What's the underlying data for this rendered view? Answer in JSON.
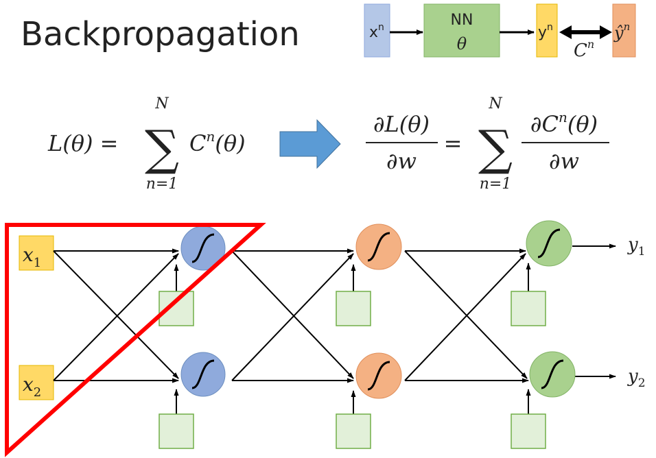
{
  "title": "Backpropagation",
  "pipeline": {
    "input": "x",
    "input_sup": "n",
    "model_line1": "NN",
    "model_line2": "θ",
    "output": "y",
    "output_sup": "n",
    "target": "ŷ",
    "target_sup": "n",
    "cost": "C",
    "cost_sup": "n"
  },
  "equations": {
    "left_lhs": "L(θ) =",
    "sum_upper": "N",
    "sum_lower": "n=1",
    "left_term": "C",
    "left_term_sup": "n",
    "left_term_arg": "(θ)",
    "right_num": "∂L(θ)",
    "right_den": "∂w",
    "equals": "=",
    "right_term_num": "∂C",
    "right_term_num_sup": "n",
    "right_term_num_arg": "(θ)",
    "right_term_den": "∂w"
  },
  "network": {
    "inputs": [
      {
        "name": "x",
        "sub": "1"
      },
      {
        "name": "x",
        "sub": "2"
      }
    ],
    "outputs": [
      {
        "name": "y",
        "sub": "1"
      },
      {
        "name": "y",
        "sub": "2"
      }
    ]
  },
  "colors": {
    "input_fill": "#ffd966",
    "model_fill": "#a9d18e",
    "output_fill": "#ffd966",
    "target_fill": "#f4b183",
    "x_box_fill": "#b4c7e7",
    "layer1_fill": "#8faadc",
    "layer2_fill": "#f4b183",
    "layer3_fill": "#a9d18e",
    "bias_fill": "#e2f0d9",
    "bias_stroke": "#70ad47",
    "highlight": "#ff0000",
    "arrow_blue": "#5b9bd5"
  }
}
